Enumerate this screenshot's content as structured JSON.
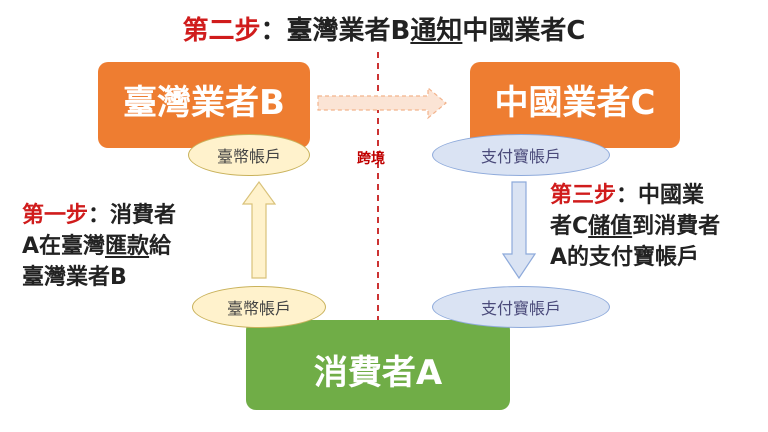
{
  "step2": {
    "label": "第二步",
    "colon": "：",
    "pre": "臺灣業者B",
    "notify": "通知",
    "post": "中國業者C"
  },
  "step1": {
    "label": "第一步",
    "line1_rest": "：消費者",
    "line2_pre": "A在臺灣",
    "remit": "匯款",
    "line2_post": "給",
    "line3": "臺灣業者B"
  },
  "step3": {
    "label": "第三步",
    "line1_rest": "：中國業",
    "line2_pre": "者C",
    "store_value": "儲值",
    "line2_post": "到消費者",
    "line3": "A的支付寶帳戶"
  },
  "nodes": {
    "taiwan_vendor": "臺灣業者B",
    "china_vendor": "中國業者C",
    "consumer": "消費者A"
  },
  "accounts": {
    "twd_account_top": "臺幣帳戶",
    "alipay_account_top": "支付寶帳戶",
    "twd_account_bottom": "臺幣帳戶",
    "alipay_account_bottom": "支付寶帳戶"
  },
  "cross_border": "跨境",
  "colors": {
    "vendor_box": "#ee7d31",
    "consumer_box": "#70ad47",
    "step_label": "#d01c1c",
    "twd_ellipse": "#fff2cc",
    "alipay_ellipse": "#dae3f3",
    "divider": "#c00000"
  }
}
